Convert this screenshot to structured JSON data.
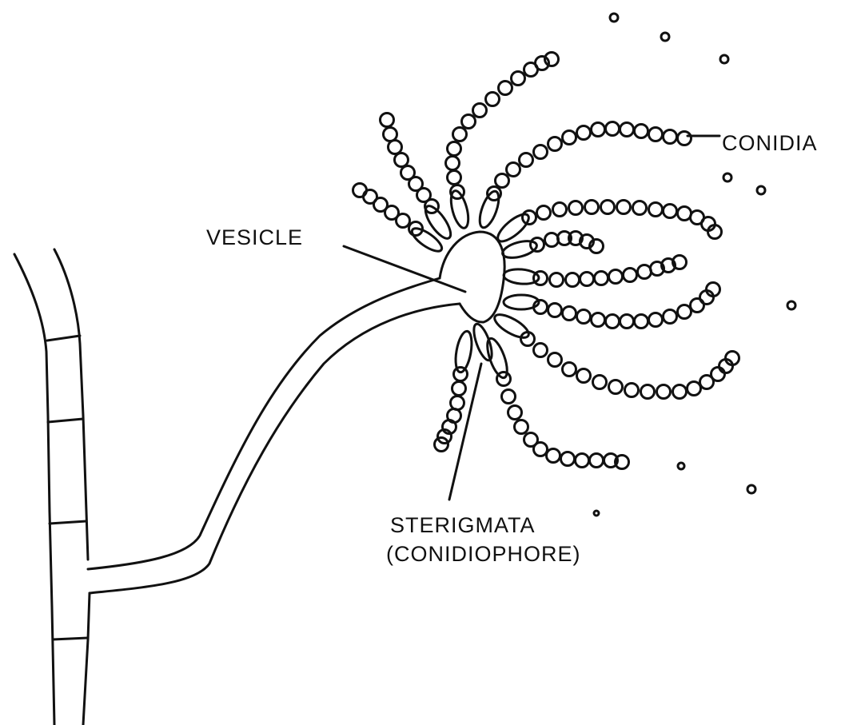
{
  "labels": {
    "vesicle": "VESICLE",
    "conidia": "CONIDIA",
    "sterigmata_line1": "STERIGMATA",
    "sterigmata_line2": "(CONIDIOPHORE)"
  },
  "colors": {
    "ink": "#111111",
    "background": "#ffffff"
  }
}
